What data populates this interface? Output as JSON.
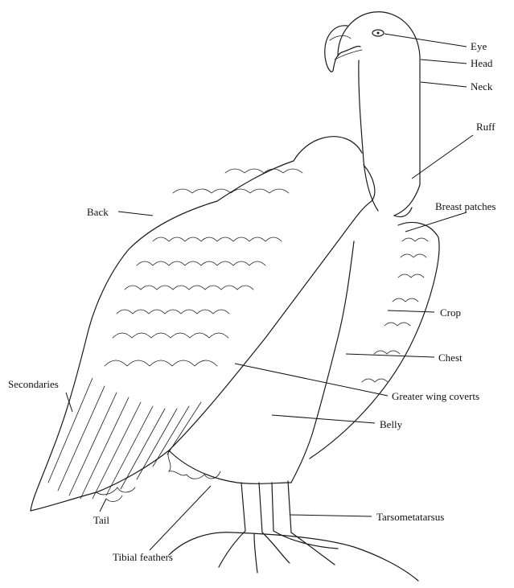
{
  "labels": {
    "eye": "Eye",
    "head": "Head",
    "neck": "Neck",
    "ruff": "Ruff",
    "breast_patches": "Breast patches",
    "back": "Back",
    "crop": "Crop",
    "chest": "Chest",
    "secondaries": "Secondaries",
    "greater_wing_coverts": "Greater wing coverts",
    "belly": "Belly",
    "tarsometatarsus": "Tarsometatarsus",
    "tail": "Tail",
    "tibial_feathers": "Tibial feathers"
  },
  "colors": {
    "ink": "#1a1a1a",
    "background": "#ffffff"
  }
}
